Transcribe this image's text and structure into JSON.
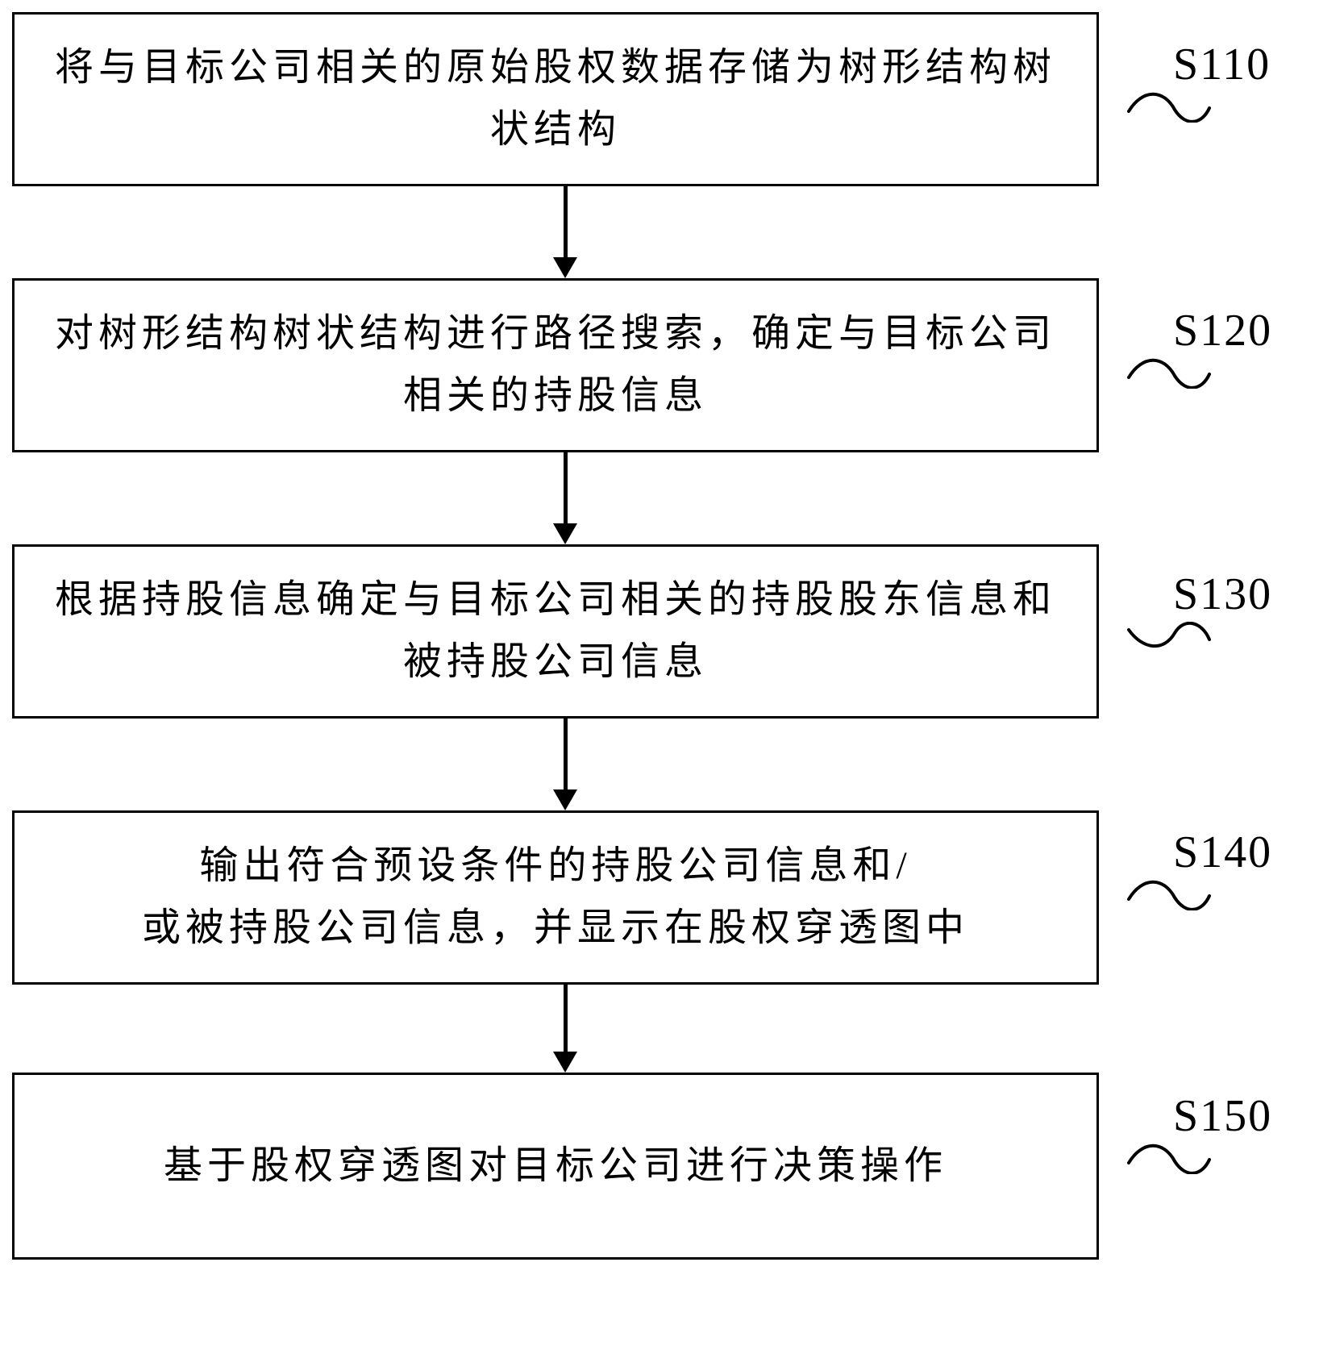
{
  "diagram": {
    "title": "equity-penetration-flowchart",
    "steps": [
      {
        "text": "将与目标公司相关的原始股权数据存储为树形结构树状结构",
        "label": "S110"
      },
      {
        "text": "对树形结构树状结构进行路径搜索，确定与目标公司相关的持股信息",
        "label": "S120"
      },
      {
        "text": "根据持股信息确定与目标公司相关的持股股东信息和被持股公司信息",
        "label": "S130"
      },
      {
        "text": "输出符合预设条件的持股公司信息和/\n或被持股公司信息，并显示在股权穿透图中",
        "label": "S140"
      },
      {
        "text": "基于股权穿透图对目标公司进行决策操作",
        "label": "S150"
      }
    ]
  }
}
